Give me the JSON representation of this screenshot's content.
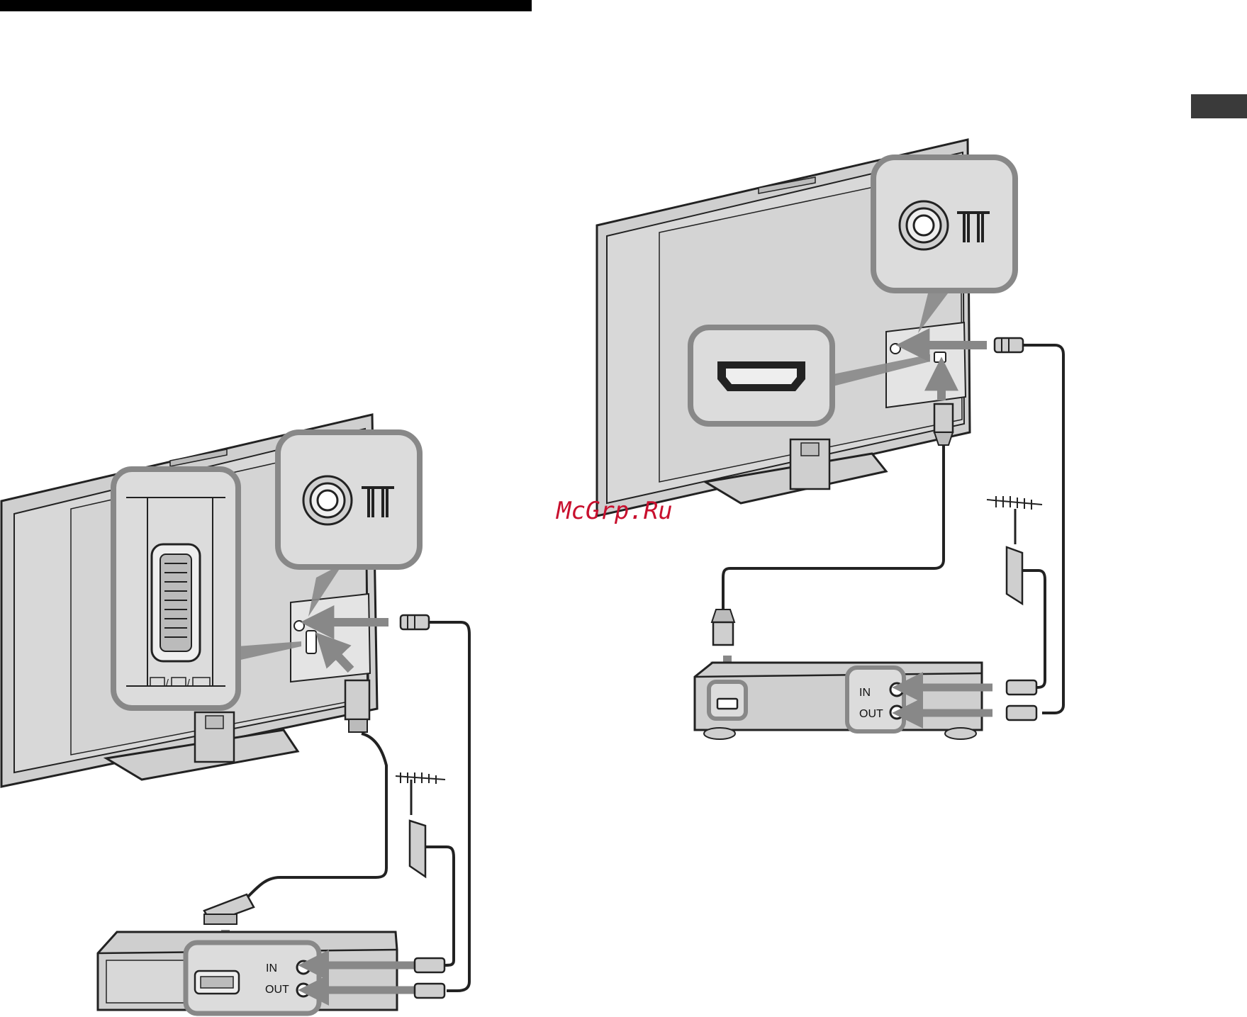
{
  "watermark": {
    "text": "McGrp.Ru",
    "color": "#c8102e"
  },
  "colors": {
    "line": "#222222",
    "tv_fill": "#cfcfcf",
    "tv_inner": "#d8d8d8",
    "zoom_border": "#888888",
    "zoom_fill": "#dcdcdc",
    "arrow": "#888888",
    "header_bar": "#000000",
    "side_tab": "#3a3a3a"
  },
  "left_setup": {
    "recorder": {
      "in_label": "IN",
      "out_label": "OUT"
    },
    "scart_zoom": {
      "icons": [
        "scart-input-icon",
        "video-in-icon",
        "s-video-icon"
      ],
      "separator": "/"
    },
    "antenna_zoom": {
      "icon": "antenna-terminal-icon"
    }
  },
  "right_setup": {
    "recorder": {
      "in_label": "IN",
      "out_label": "OUT"
    },
    "hdmi_zoom": {
      "icon": "hdmi-port-icon"
    },
    "antenna_zoom": {
      "icon": "antenna-terminal-icon"
    }
  }
}
